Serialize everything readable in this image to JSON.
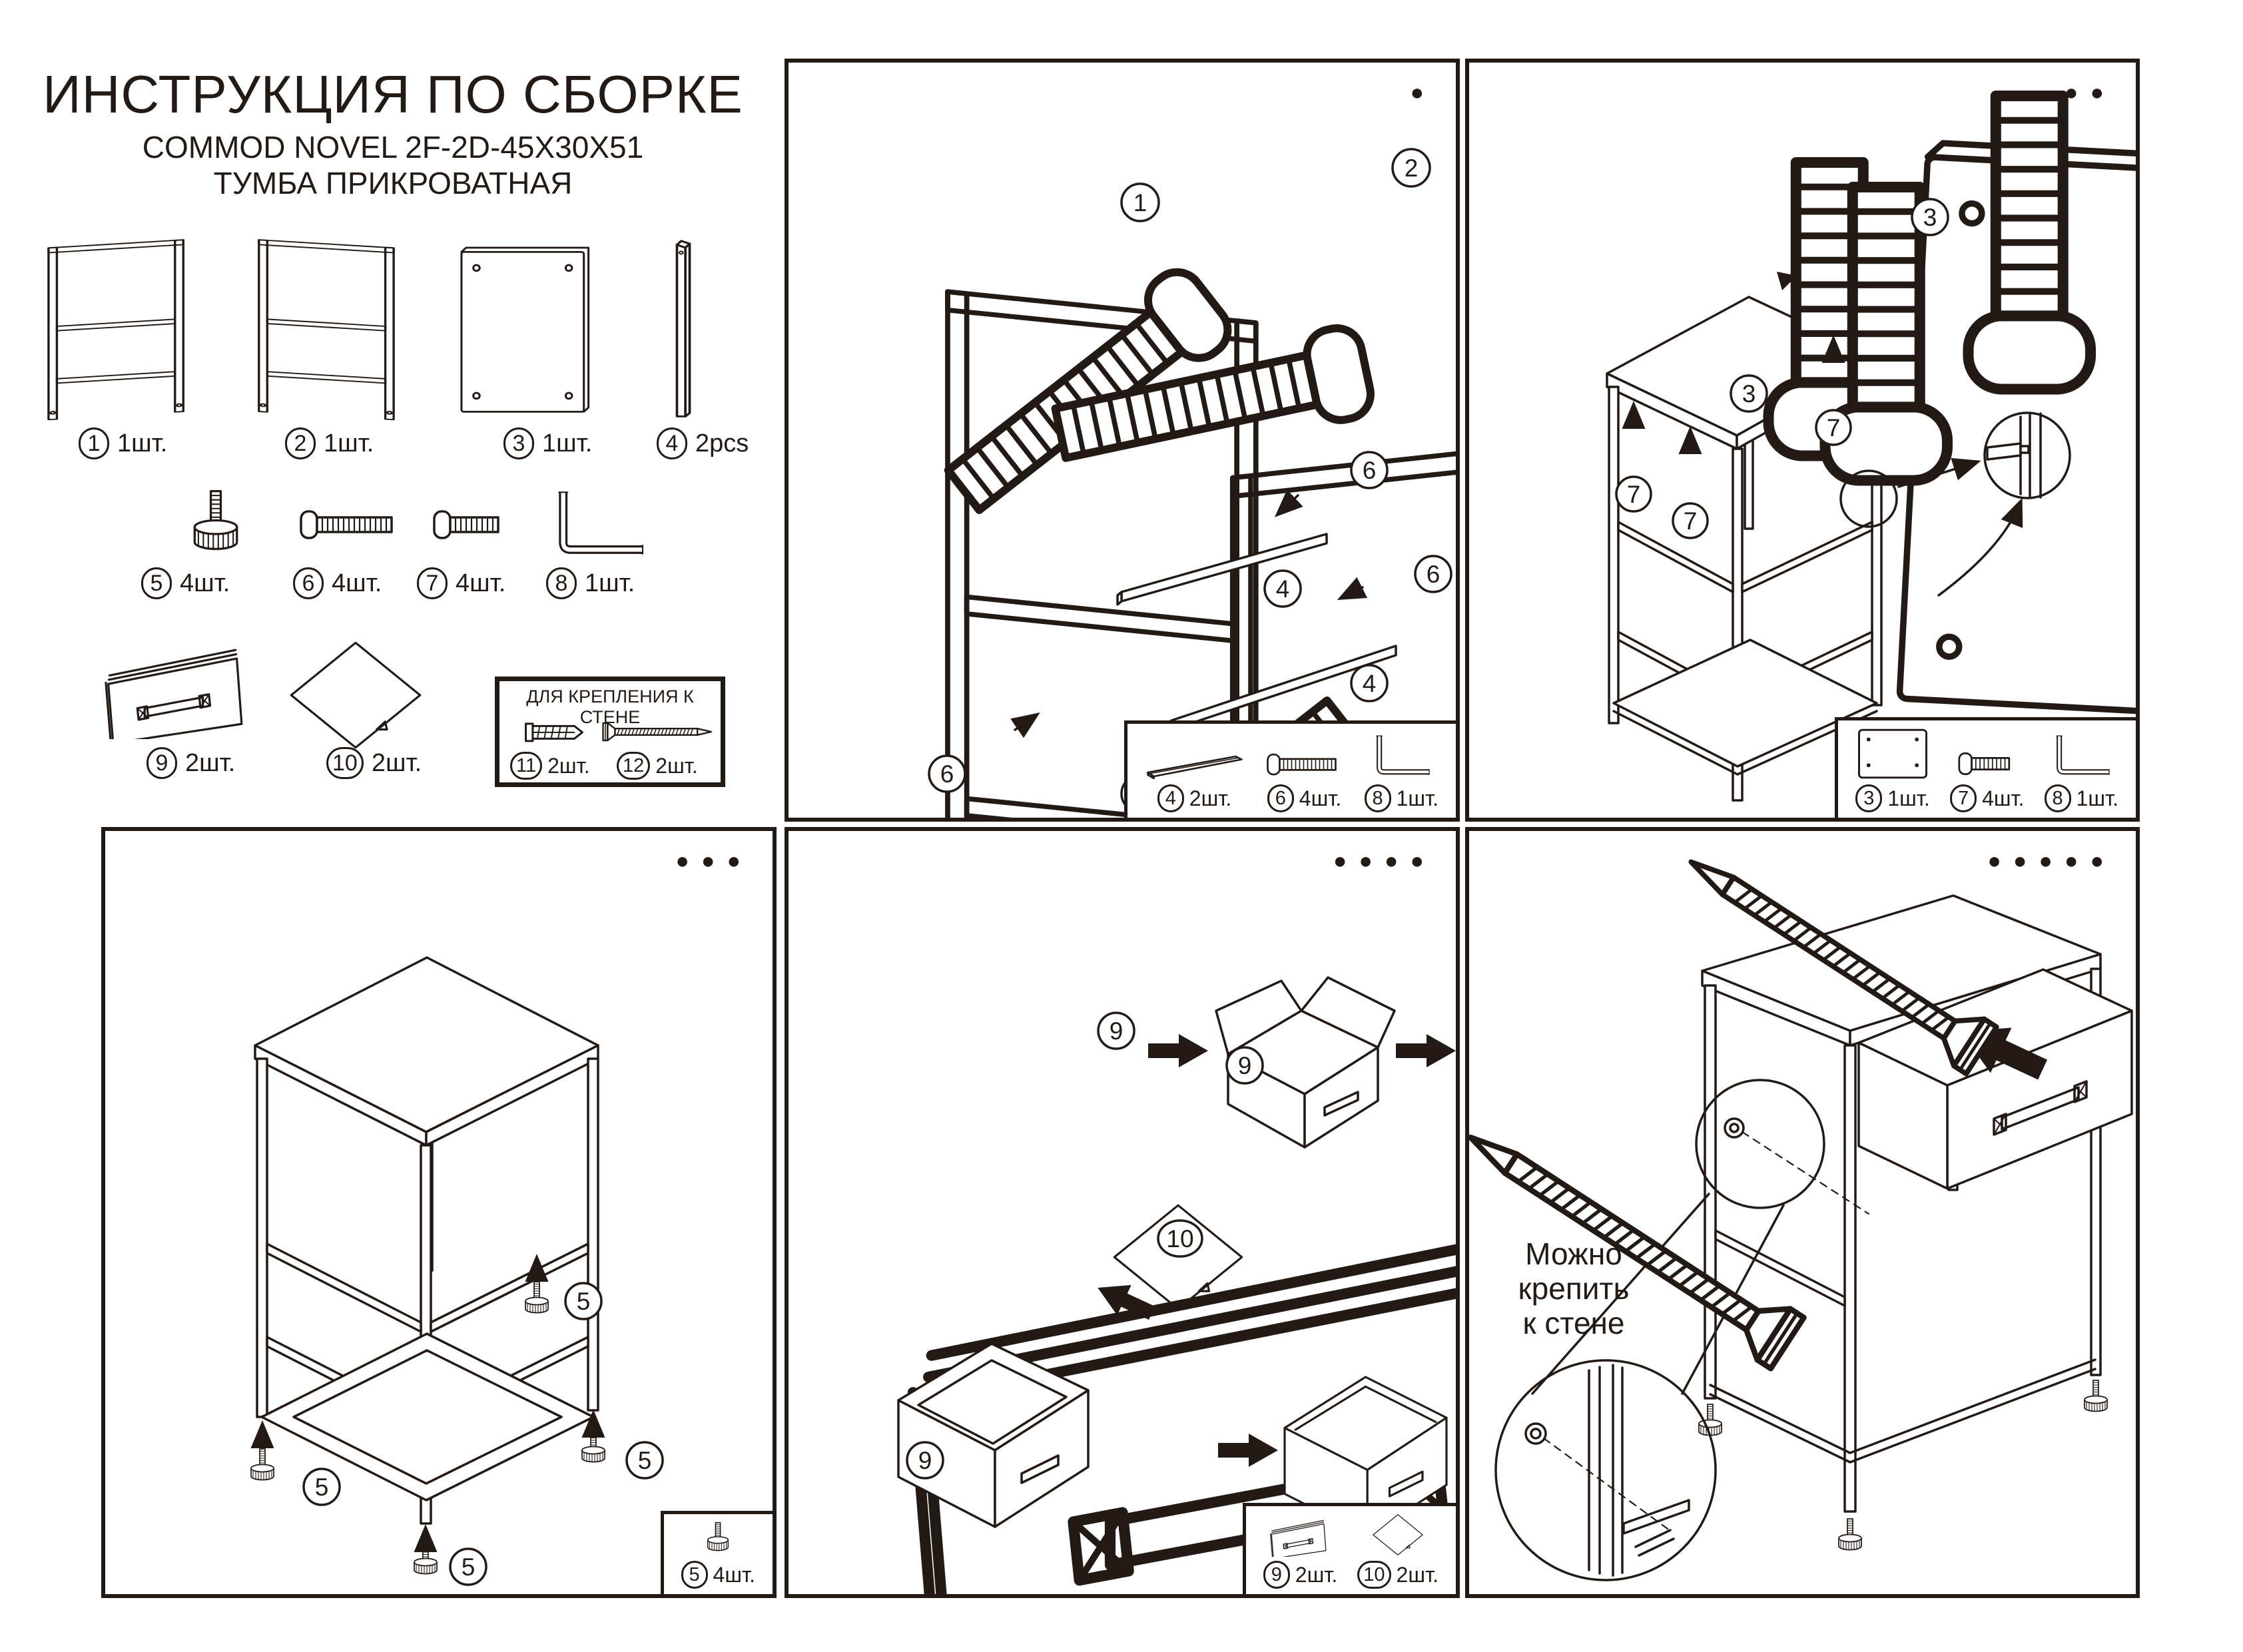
{
  "doc": {
    "title": "ИНСТРУКЦИЯ ПО СБОРКЕ",
    "model": "COMMOD NOVEL 2F-2D-45X30X51",
    "product": "ТУМБА ПРИКРОВАТНАЯ"
  },
  "colors": {
    "ink": "#241a15"
  },
  "parts": [
    {
      "n": "1",
      "qty": "1шт."
    },
    {
      "n": "2",
      "qty": "1шт."
    },
    {
      "n": "3",
      "qty": "1шт."
    },
    {
      "n": "4",
      "qty": "2pcs"
    },
    {
      "n": "5",
      "qty": "4шт."
    },
    {
      "n": "6",
      "qty": "4шт."
    },
    {
      "n": "7",
      "qty": "4шт."
    },
    {
      "n": "8",
      "qty": "1шт."
    },
    {
      "n": "9",
      "qty": "2шт."
    },
    {
      "n": "10",
      "qty": "2шт."
    }
  ],
  "wall_box": {
    "title": "ДЛЯ КРЕПЛЕНИЯ К СТЕНЕ",
    "items": [
      {
        "n": "11",
        "qty": "2шт."
      },
      {
        "n": "12",
        "qty": "2шт."
      }
    ]
  },
  "steps": {
    "s1": {
      "dots": "●",
      "callouts": {
        "c1": "1",
        "c2": "2",
        "c4": "4",
        "c6": "6"
      },
      "box": [
        {
          "n": "4",
          "qty": "2шт."
        },
        {
          "n": "6",
          "qty": "4шт."
        },
        {
          "n": "8",
          "qty": "1шт."
        }
      ]
    },
    "s2": {
      "dots": "●●",
      "callouts": {
        "c3": "3",
        "c7": "7"
      },
      "box": [
        {
          "n": "3",
          "qty": "1шт."
        },
        {
          "n": "7",
          "qty": "4шт."
        },
        {
          "n": "8",
          "qty": "1шт."
        }
      ]
    },
    "s3": {
      "dots": "●●●",
      "callouts": {
        "c5": "5"
      },
      "box": [
        {
          "n": "5",
          "qty": "4шт."
        }
      ]
    },
    "s4": {
      "dots": "●●●●",
      "callouts": {
        "c9": "9",
        "c10": "10"
      },
      "box": [
        {
          "n": "9",
          "qty": "2шт."
        },
        {
          "n": "10",
          "qty": "2шт."
        }
      ]
    },
    "s5": {
      "dots": "●●●●●",
      "note": [
        "Можно",
        "крепить",
        "к стене"
      ]
    }
  }
}
